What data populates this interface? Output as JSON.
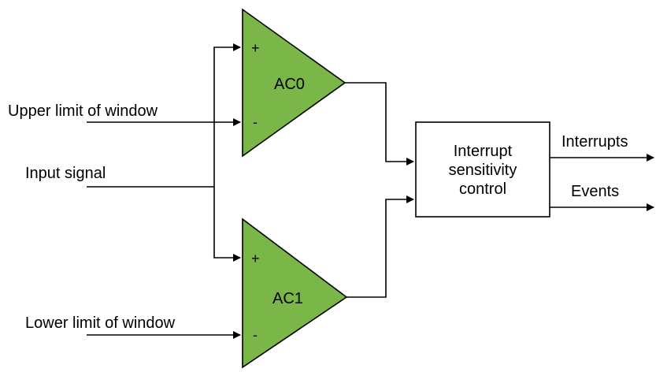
{
  "signals": {
    "upper": "Upper limit of window",
    "input": "Input signal",
    "lower": "Lower limit of window"
  },
  "comparators": [
    {
      "label": "AC0",
      "plus": "+",
      "minus": "-"
    },
    {
      "label": "AC1",
      "plus": "+",
      "minus": "-"
    }
  ],
  "block": {
    "lines": [
      "Interrupt",
      "sensitivity",
      "control"
    ]
  },
  "outputs": {
    "interrupts": "Interrupts",
    "events": "Events"
  },
  "colors": {
    "comparator_fill": "#7ab648",
    "line": "#000000"
  }
}
